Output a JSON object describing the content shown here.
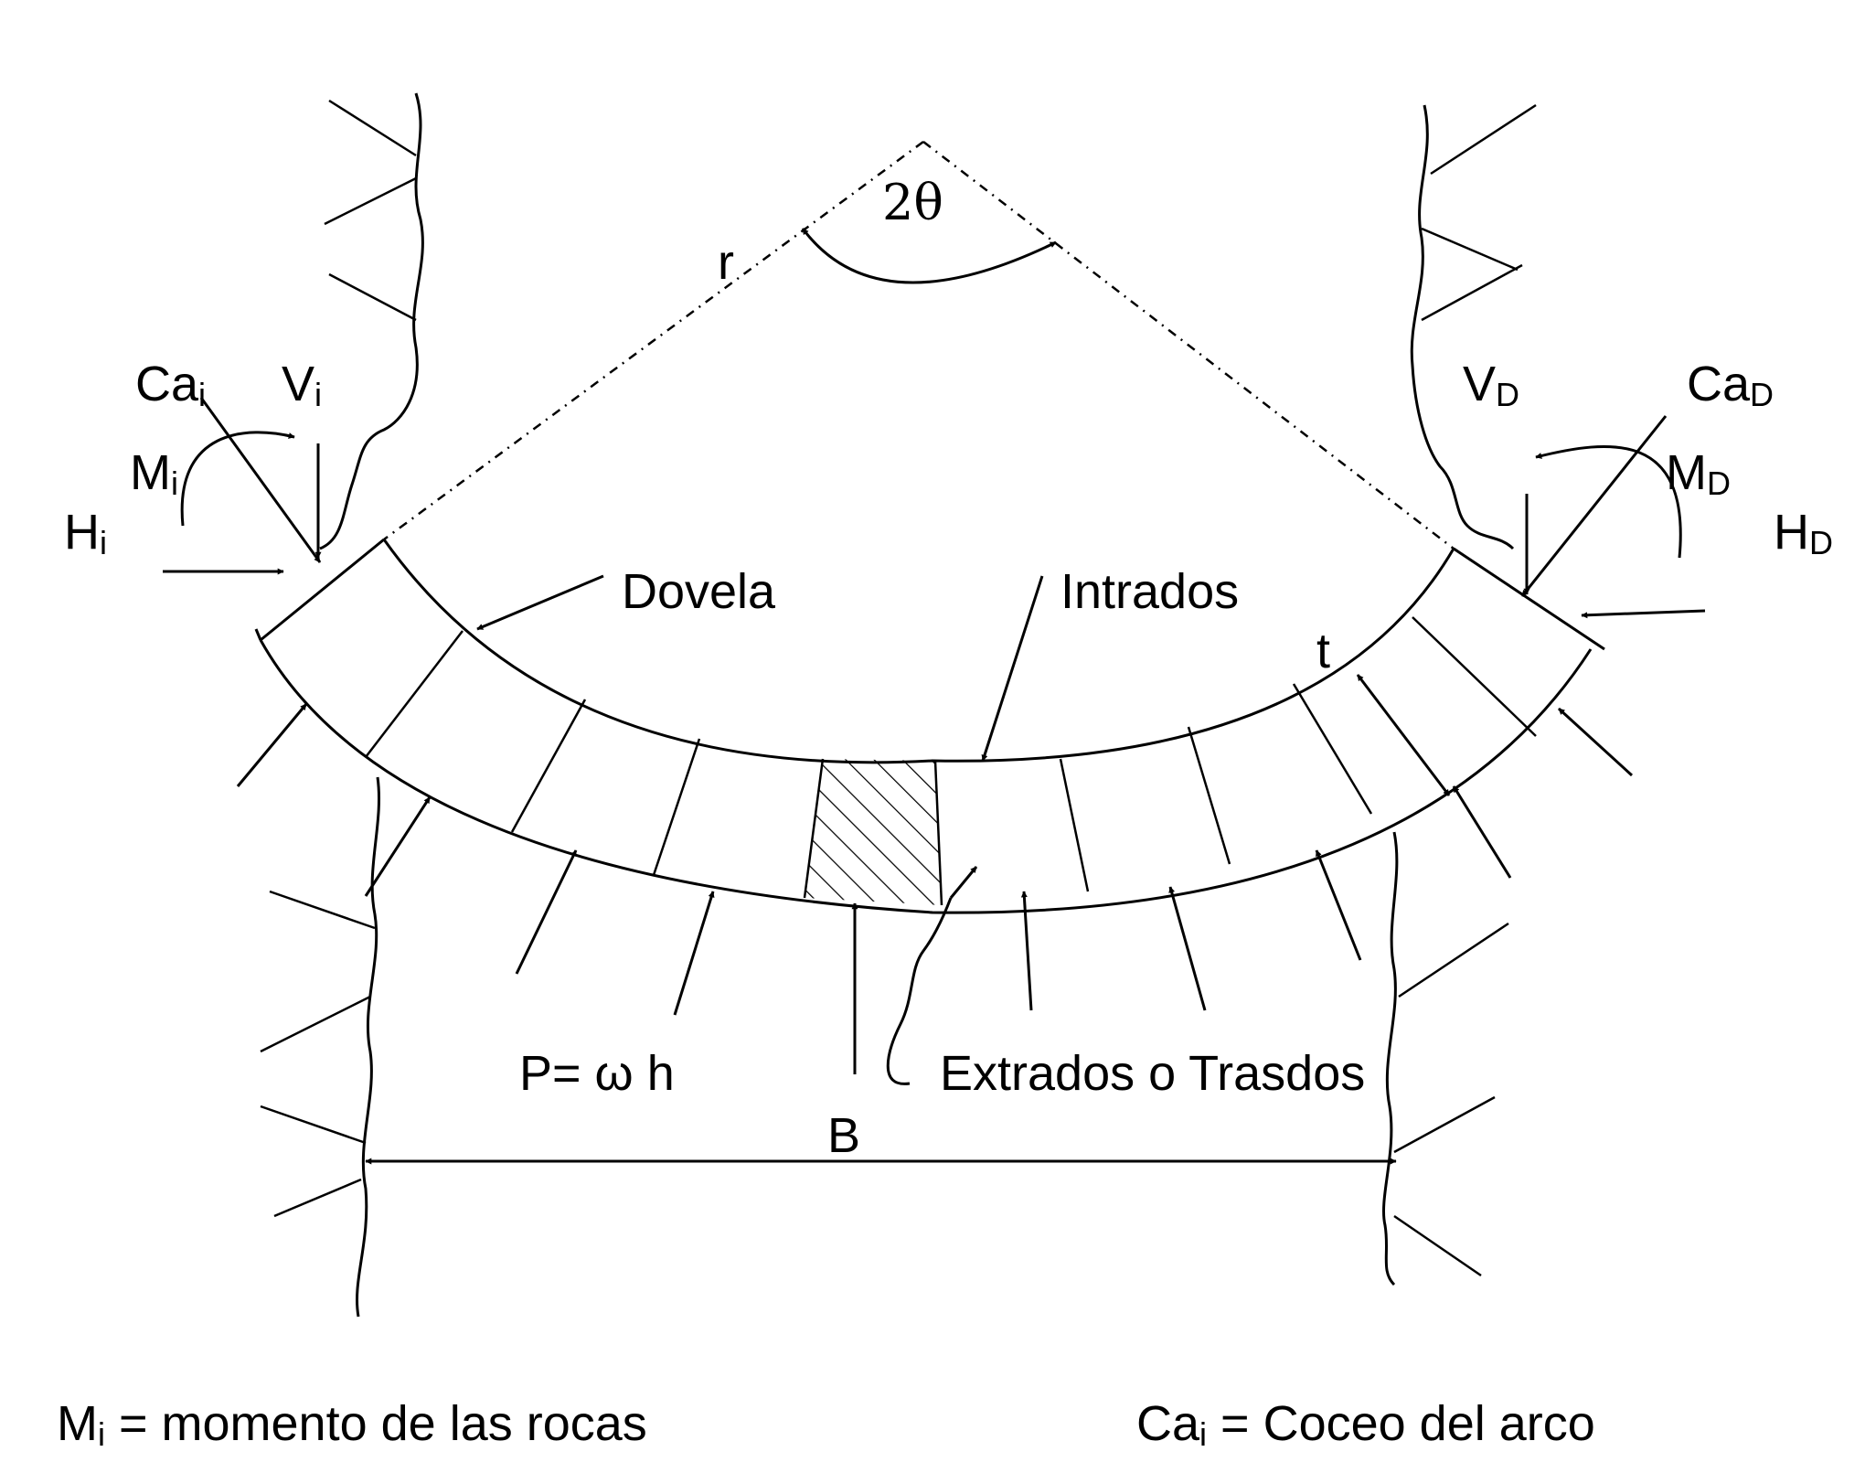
{
  "labels": {
    "two_theta": "2θ",
    "r": "r",
    "ca_i": "Ca",
    "ca_i_sub": "i",
    "v_i": "V",
    "v_i_sub": "i",
    "m_i": "M",
    "m_i_sub": "i",
    "h_i": "H",
    "h_i_sub": "i",
    "v_d": "V",
    "v_d_sub": "D",
    "ca_d": "Ca",
    "ca_d_sub": "D",
    "m_d": "M",
    "m_d_sub": "D",
    "h_d": "H",
    "h_d_sub": "D",
    "dovela": "Dovela",
    "intrados": "Intrados",
    "t": "t",
    "pressure": "P= ω h",
    "extrados": "Extrados o Trasdos",
    "span": "B"
  },
  "legend": {
    "mi_sym": "M",
    "mi_sub": "i",
    "mi_text": " = momento de las rocas",
    "cai_sym": "Ca",
    "cai_sub": "i",
    "cai_text": " = Coceo del arco"
  }
}
